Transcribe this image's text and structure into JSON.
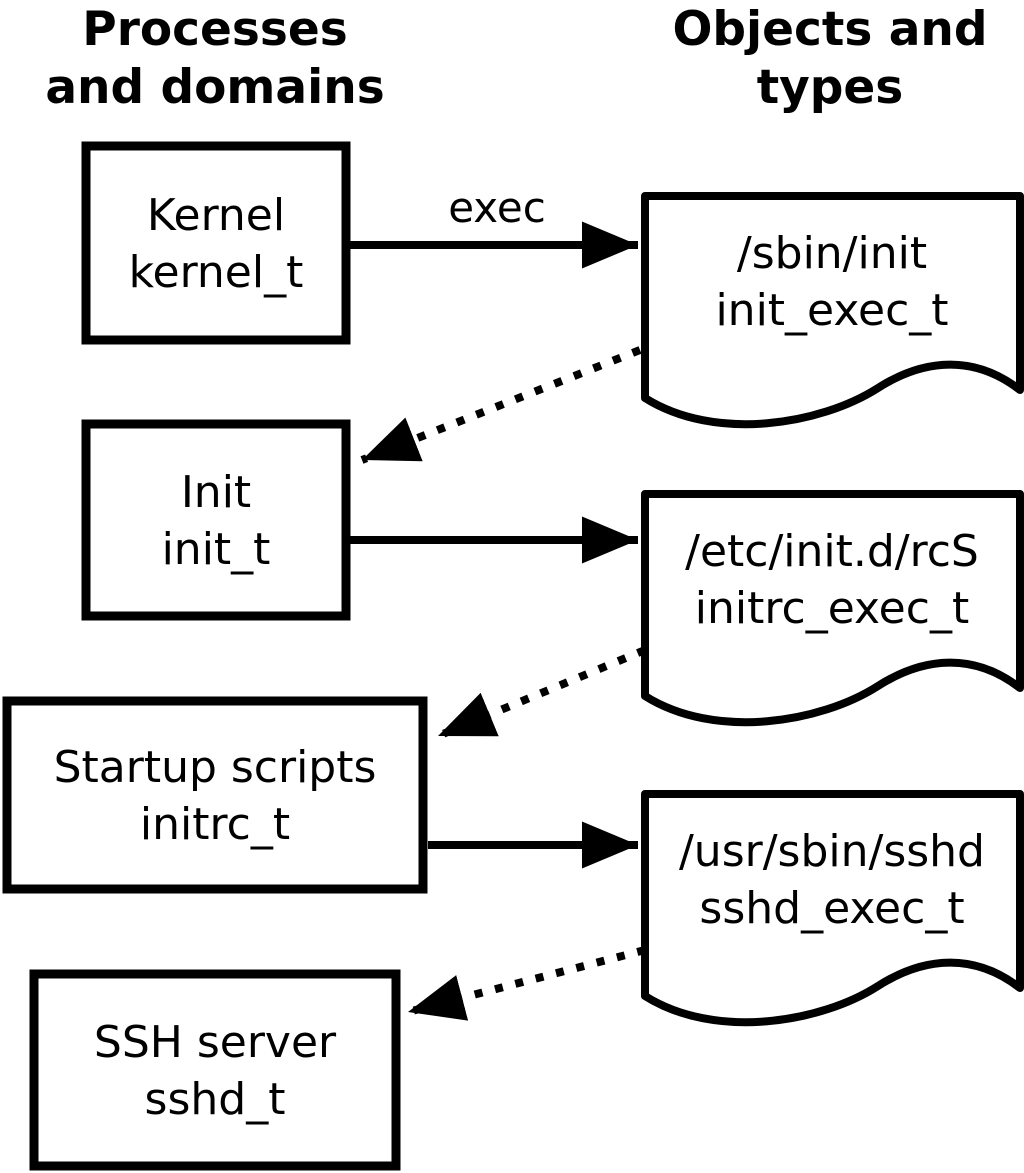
{
  "diagram": {
    "headers": {
      "left": {
        "line1": "Processes",
        "line2": "and domains"
      },
      "right": {
        "line1": "Objects and",
        "line2": "types"
      }
    },
    "processes": [
      {
        "name": "Kernel",
        "type": "kernel_t"
      },
      {
        "name": "Init",
        "type": "init_t"
      },
      {
        "name": "Startup scripts",
        "type": "initrc_t"
      },
      {
        "name": "SSH server",
        "type": "sshd_t"
      }
    ],
    "objects": [
      {
        "path": "/sbin/init",
        "type": "init_exec_t"
      },
      {
        "path": "/etc/init.d/rcS",
        "type": "initrc_exec_t"
      },
      {
        "path": "/usr/sbin/sshd",
        "type": "sshd_exec_t"
      }
    ],
    "edge_labels": {
      "exec": "exec"
    },
    "colors": {
      "stroke": "#000000",
      "background": "#ffffff"
    }
  }
}
